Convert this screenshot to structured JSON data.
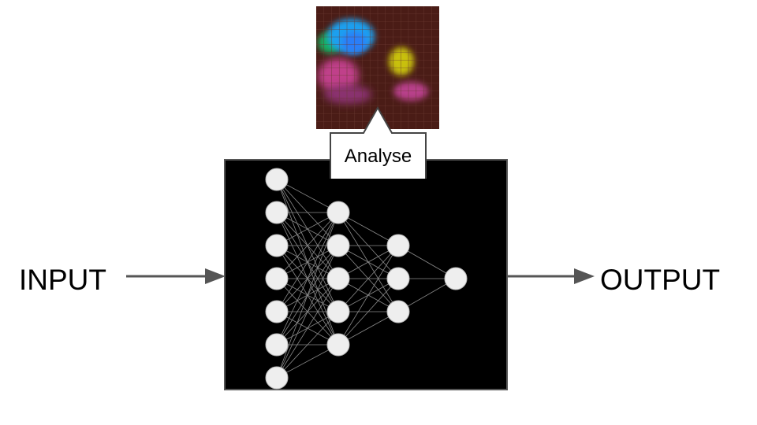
{
  "diagram": {
    "input_label": "INPUT",
    "output_label": "OUTPUT",
    "analyse_label": "Analyse",
    "colors": {
      "box_fill": "#000000",
      "box_border": "#555555",
      "node_fill": "#eeeeee",
      "node_stroke": "#bbbbbb",
      "edge": "#8a8a8a",
      "arrow": "#555555",
      "callout_border": "#444444",
      "heatmap_background": "#4a1c16",
      "heatmap_grid": "#6b3a32"
    },
    "network": {
      "layers": [
        7,
        5,
        3,
        1
      ],
      "fully_connected": true
    },
    "heatmap": {
      "grid_size": 16,
      "regions": [
        {
          "color": "cyan-blue",
          "hex": "#1aa0f0",
          "location": "top-left"
        },
        {
          "color": "green",
          "hex": "#18b060",
          "location": "top-left edge"
        },
        {
          "color": "magenta",
          "hex": "#c0408a",
          "location": "middle-left"
        },
        {
          "color": "yellow",
          "hex": "#c8c010",
          "location": "upper-right"
        },
        {
          "color": "pink",
          "hex": "#b8408a",
          "location": "lower-right"
        }
      ]
    }
  }
}
